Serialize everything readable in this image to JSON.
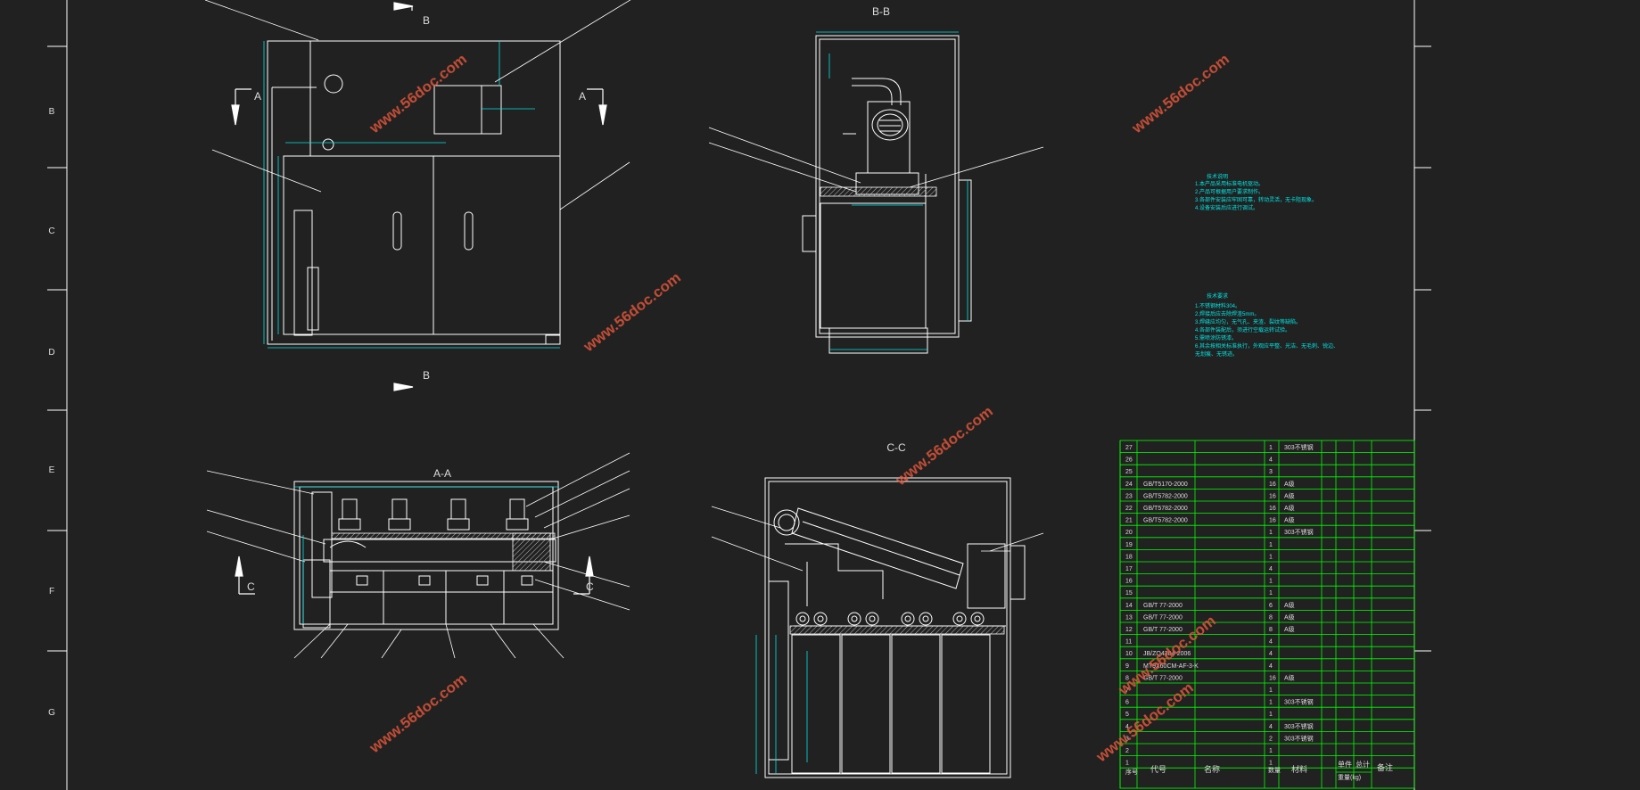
{
  "title": "",
  "colors": {
    "background": "#212121",
    "line": "#ffffff",
    "dimension": "#00e5e5",
    "bom_grid": "#00ff00",
    "watermark": "#e2573b",
    "text": "#dcdcdc"
  },
  "frame": {
    "row_labels": [
      "B",
      "C",
      "D",
      "E",
      "F",
      "G"
    ]
  },
  "views": {
    "front": {
      "section_a_left": "A",
      "section_a_right": "A",
      "section_b_top": "B",
      "section_b_bottom": "B"
    },
    "b_b": {
      "title": "B-B"
    },
    "a_a": {
      "title": "A-A",
      "section_c_left": "C",
      "section_c_right": "C"
    },
    "c_c": {
      "title": "C-C"
    }
  },
  "watermarks": [
    "www.56doc.com",
    "www.56doc.com",
    "www.56doc.com",
    "www.56doc.com",
    "www.56doc.com",
    "www.56doc.com",
    "www.56doc.com"
  ],
  "notes": {
    "tech_title": "技术说明",
    "tech_lines": [
      "1.本产品采用标准电机驱动。",
      "2.产品可根据用户要求制作。",
      "3.各部件安装应牢固可靠，转动灵活，无卡阻现象。",
      "4.设备安装后应进行调试。"
    ],
    "req_title": "技术要求",
    "req_lines": [
      "1.不锈钢材料304。",
      "2.焊接后应去除焊渣5mm。",
      "3.焊缝应均匀，无气孔、夹渣、裂纹等缺陷。",
      "4.各部件装配后，须进行空载运转试验。",
      "5.需喷涂防锈漆。",
      "6.其余按相关标准执行，外观应平整、光洁、无毛刺、锐边、",
      "   无划痕、无锈迹。"
    ]
  },
  "bom": {
    "header": {
      "seq": "序号",
      "code": "代号",
      "name": "名称",
      "qty": "数量",
      "material": "材料",
      "single": "单件",
      "total": "总计",
      "weight": "重量(kg)",
      "remark": "备注"
    },
    "rows": [
      {
        "seq": "27",
        "code": "",
        "qty": "1",
        "material": "303不锈钢"
      },
      {
        "seq": "26",
        "code": "",
        "qty": "4",
        "material": ""
      },
      {
        "seq": "25",
        "code": "",
        "qty": "3",
        "material": ""
      },
      {
        "seq": "24",
        "code": "GB/T5170-2000",
        "qty": "16",
        "material": "A级"
      },
      {
        "seq": "23",
        "code": "GB/T5782-2000",
        "qty": "16",
        "material": "A级"
      },
      {
        "seq": "22",
        "code": "GB/T5782-2000",
        "qty": "16",
        "material": "A级"
      },
      {
        "seq": "21",
        "code": "GB/T5782-2000",
        "qty": "16",
        "material": "A级"
      },
      {
        "seq": "20",
        "code": "",
        "qty": "1",
        "material": "303不锈钢"
      },
      {
        "seq": "19",
        "code": "",
        "qty": "1",
        "material": ""
      },
      {
        "seq": "18",
        "code": "",
        "qty": "1",
        "material": ""
      },
      {
        "seq": "17",
        "code": "",
        "qty": "4",
        "material": ""
      },
      {
        "seq": "16",
        "code": "",
        "qty": "1",
        "material": ""
      },
      {
        "seq": "15",
        "code": "",
        "qty": "1",
        "material": ""
      },
      {
        "seq": "14",
        "code": "GB/T 77-2000",
        "qty": "6",
        "material": "A级"
      },
      {
        "seq": "13",
        "code": "GB/T 77-2000",
        "qty": "8",
        "material": "A级"
      },
      {
        "seq": "12",
        "code": "GB/T 77-2000",
        "qty": "8",
        "material": "A级"
      },
      {
        "seq": "11",
        "code": "",
        "qty": "4",
        "material": ""
      },
      {
        "seq": "10",
        "code": "JB/ZQ4384-2006",
        "qty": "4",
        "material": ""
      },
      {
        "seq": "9",
        "code": "MT9X60CM-AF-3-K",
        "qty": "4",
        "material": ""
      },
      {
        "seq": "8",
        "code": "GB/T 77-2000",
        "qty": "16",
        "material": "A级"
      },
      {
        "seq": "7",
        "code": "",
        "qty": "1",
        "material": ""
      },
      {
        "seq": "6",
        "code": "",
        "qty": "1",
        "material": "303不锈钢"
      },
      {
        "seq": "5",
        "code": "",
        "qty": "1",
        "material": ""
      },
      {
        "seq": "4",
        "code": "",
        "qty": "4",
        "material": "303不锈钢"
      },
      {
        "seq": "3",
        "code": "",
        "qty": "2",
        "material": "303不锈钢"
      },
      {
        "seq": "2",
        "code": "",
        "qty": "1",
        "material": ""
      },
      {
        "seq": "1",
        "code": "",
        "qty": "1",
        "material": ""
      }
    ]
  }
}
